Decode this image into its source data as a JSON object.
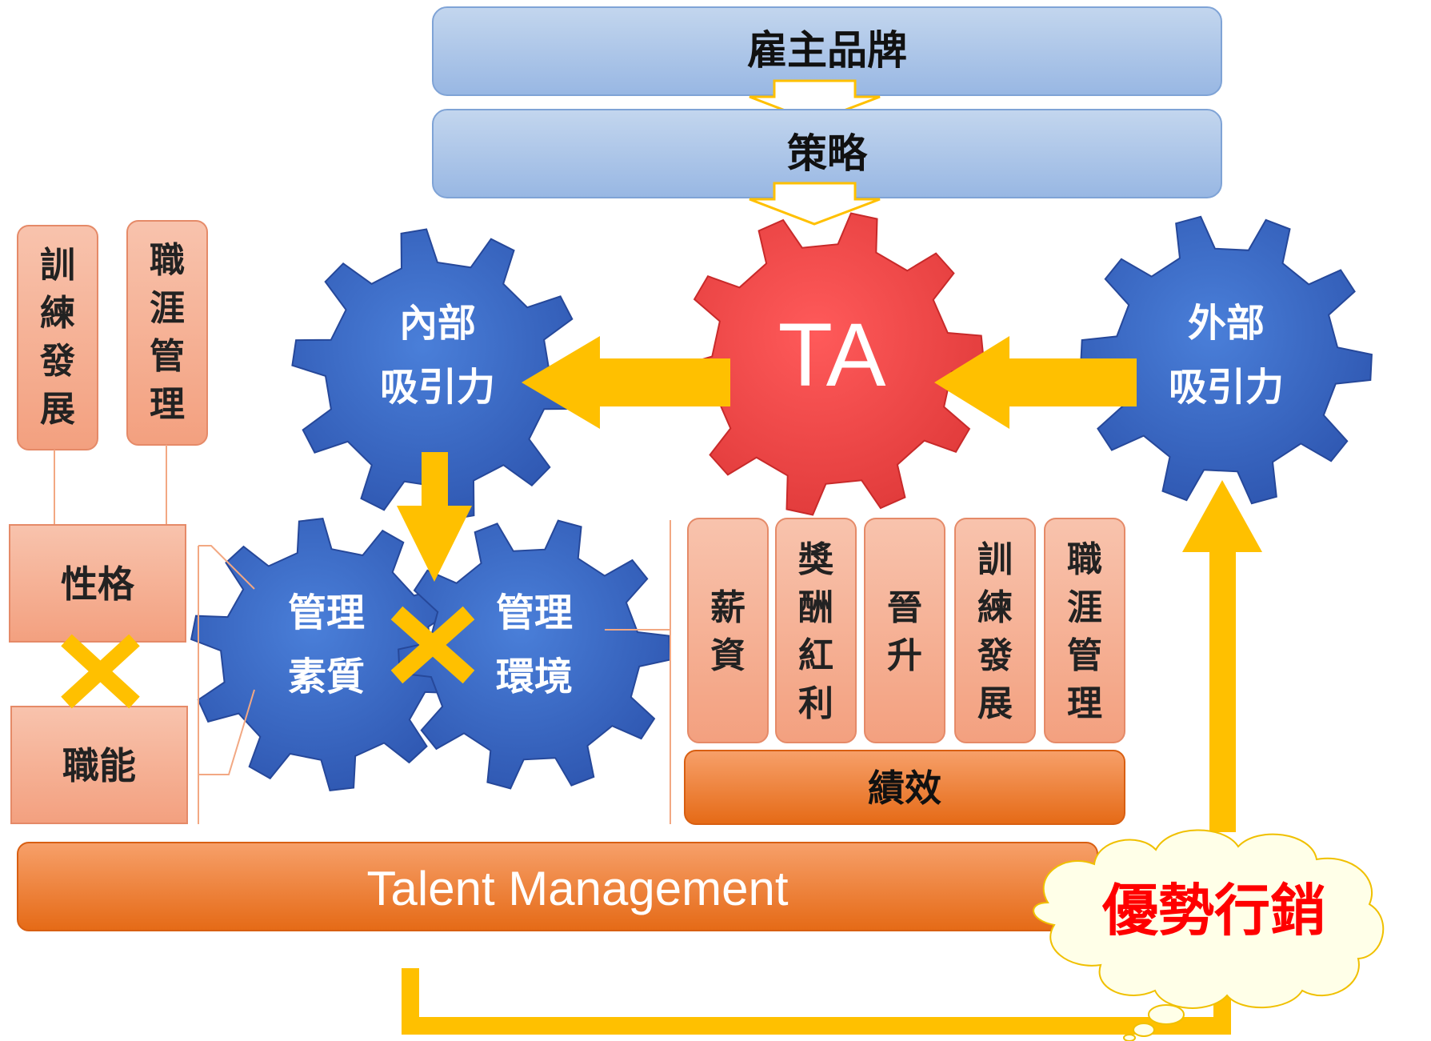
{
  "header": {
    "brand_label": "雇主品牌",
    "strategy_label": "策略"
  },
  "gears": {
    "ta": "TA",
    "internal": {
      "line1": "內部",
      "line2": "吸引力"
    },
    "external": {
      "line1": "外部",
      "line2": "吸引力"
    },
    "mgmt_quality": {
      "line1": "管理",
      "line2": "素質"
    },
    "mgmt_env": {
      "line1": "管理",
      "line2": "環境"
    }
  },
  "left_panel": {
    "training": "訓練發展",
    "career": "職涯管理",
    "personality": "性格",
    "competency": "職能"
  },
  "right_panel": {
    "items": [
      "薪資",
      "獎酬紅利",
      "晉升",
      "訓練發展",
      "職涯管理"
    ],
    "performance": "績效"
  },
  "bottom": {
    "talent_management": "Talent Management",
    "marketing": "優勢行銷"
  },
  "colors": {
    "blue_gear": "#3a6bc8",
    "red_gear": "#f04a4a",
    "salmon": "#f6b196",
    "orange": "#ef7a2a",
    "arrow": "#ffc000",
    "header_blue": "#a9c4e8",
    "marketing_text": "#ff0000"
  }
}
